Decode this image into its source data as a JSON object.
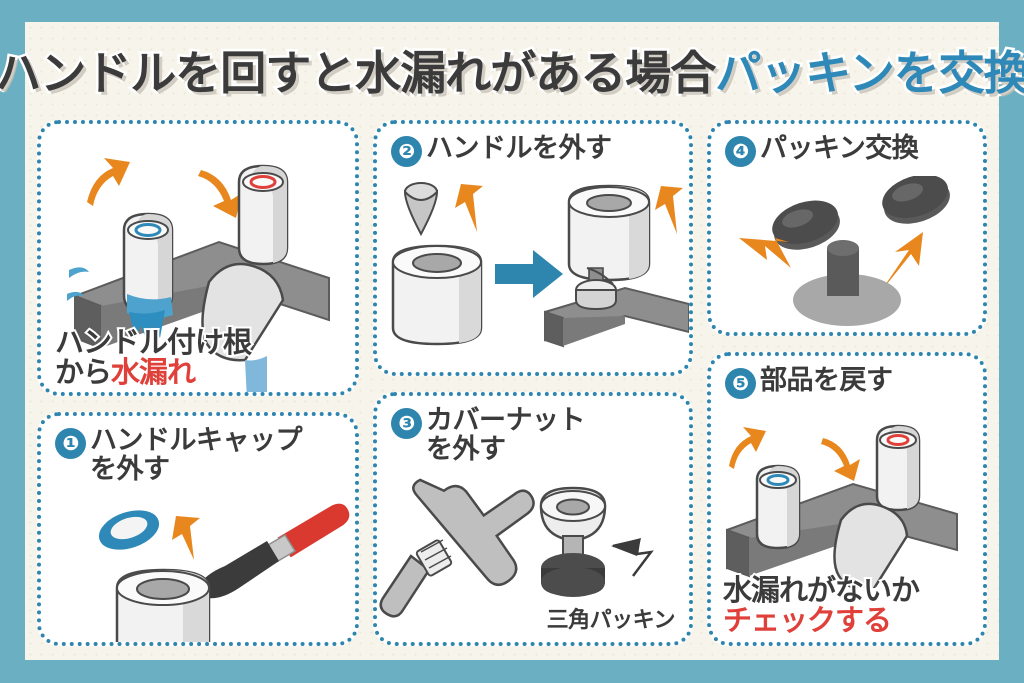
{
  "colors": {
    "outer_border": "#6BAFC3",
    "page_bg": "#F7F4EC",
    "panel_border": "#2E85AE",
    "accent_teal": "#2E89B8",
    "badge_teal": "#2E85AE",
    "text_dark": "#3B3B3B",
    "text_red": "#E0403A",
    "arrow_orange": "#E8871E",
    "water_blue": "#4DA3CE",
    "cold_ring_blue": "#2E89B8",
    "hot_ring_red": "#E0403A",
    "metal_gray": "#9A9A9A",
    "metal_dark": "#6E6E6E",
    "white_part": "#F2F2F2",
    "packing_dark": "#4C4C4C",
    "wrench_gray": "#B5B5B5",
    "screwdriver_red": "#D9392F",
    "screwdriver_black": "#3B3B3B"
  },
  "title": {
    "part_dark": "ハンドルを回すと水漏れがある場合",
    "part_accent": "パッキンを交換"
  },
  "panels": [
    {
      "id": "panel-leak",
      "name": "leak-diagnosis-panel",
      "number": "",
      "heading": "",
      "caption_line1": "ハンドル付け根",
      "caption_line2_dark": "から",
      "caption_line2_red": "水漏れ",
      "illustration": "faucet-leaking"
    },
    {
      "id": "panel-1",
      "name": "step-1-panel",
      "number": "❶",
      "heading_line1": "ハンドルキャップ",
      "heading_line2": "を外す",
      "illustration": "handle-cap-screwdriver"
    },
    {
      "id": "panel-2",
      "name": "step-2-panel",
      "number": "❷",
      "heading_line1": "ハンドルを外す",
      "heading_line2": "",
      "illustration": "handle-removal"
    },
    {
      "id": "panel-3",
      "name": "step-3-panel",
      "number": "❸",
      "heading_line1": "カバーナット",
      "heading_line2": "を外す",
      "illustration": "wrench-cover-nut",
      "annotation": "三角パッキン"
    },
    {
      "id": "panel-4",
      "name": "step-4-panel",
      "number": "❹",
      "heading_line1": "パッキン交換",
      "heading_line2": "",
      "illustration": "packing-replacement"
    },
    {
      "id": "panel-5",
      "name": "step-5-panel",
      "number": "❺",
      "heading_line1": "部品を戻す",
      "heading_line2": "",
      "illustration": "faucet-reassembled",
      "caption_line1": "水漏れがないか",
      "caption_line2_red": "チェックする"
    }
  ]
}
